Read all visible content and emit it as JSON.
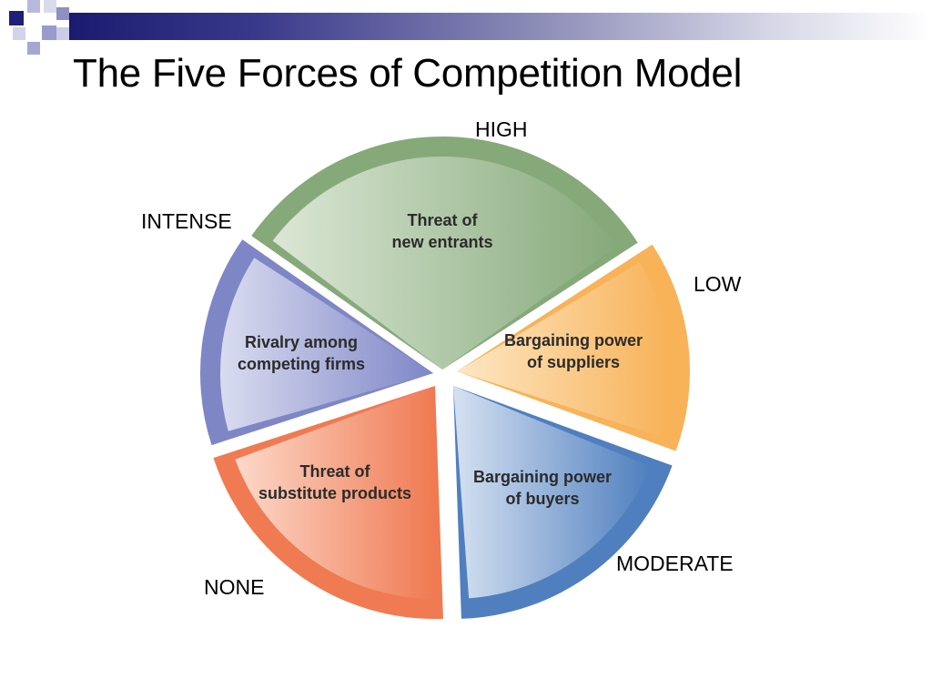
{
  "slide": {
    "title": "The Five Forces of Competition Model"
  },
  "levels": {
    "high": "HIGH",
    "intense": "INTENSE",
    "low": "LOW",
    "moderate": "MODERATE",
    "none": "NONE"
  },
  "forces": [
    {
      "id": "new-entrants",
      "lines": [
        "Threat of",
        "new entrants"
      ],
      "color": "#86a97a",
      "light": "#dbe7d5"
    },
    {
      "id": "suppliers",
      "lines": [
        "Bargaining power",
        "of suppliers"
      ],
      "color": "#f8b258",
      "light": "#fde7c4"
    },
    {
      "id": "buyers",
      "lines": [
        "Bargaining power",
        "of buyers"
      ],
      "color": "#4f7fbf",
      "light": "#d5e1f1"
    },
    {
      "id": "substitutes",
      "lines": [
        "Threat of",
        "substitute products"
      ],
      "color": "#f07a52",
      "light": "#fcd9c9"
    },
    {
      "id": "rivalry",
      "lines": [
        "Rivalry among",
        "competing firms"
      ],
      "color": "#7e86c6",
      "light": "#d9dcf0"
    }
  ]
}
